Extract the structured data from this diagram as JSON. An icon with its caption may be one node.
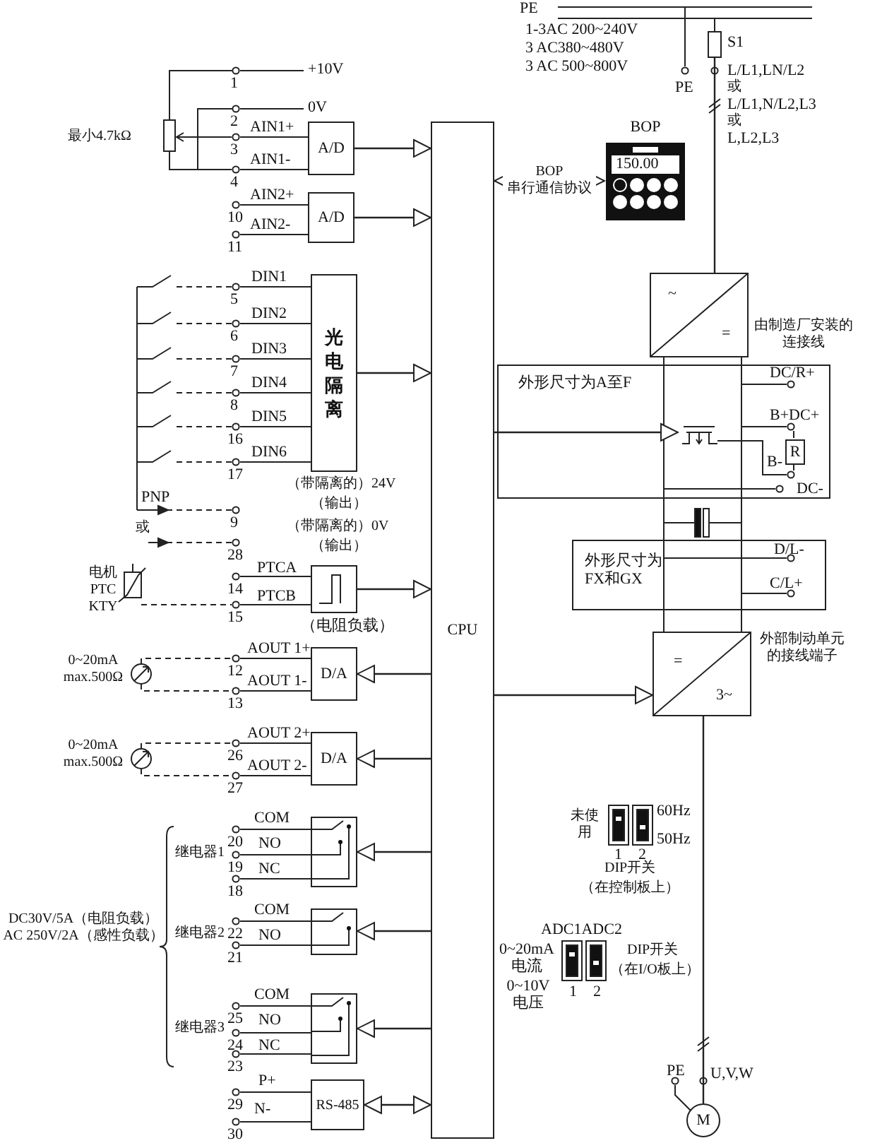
{
  "diagram": {
    "nodes": [
      {
        "text": [
          "CPU"
        ]
      },
      {
        "text": [
          "A/D"
        ]
      },
      {
        "text": [
          "A/D"
        ]
      },
      {
        "text": [
          "光电隔离"
        ]
      },
      {
        "text": [],
        "shape": "box",
        "beside": [
          "（电阻负载）"
        ]
      },
      {
        "text": [
          "D/A"
        ]
      },
      {
        "text": [
          "D/A"
        ]
      },
      {
        "text": [],
        "shape": "box"
      },
      {
        "text": [],
        "shape": "box"
      },
      {
        "text": [],
        "shape": "box"
      },
      {
        "text": [
          "RS-485"
        ]
      },
      {
        "text": [],
        "shape": "box",
        "beside": [
          "S1"
        ]
      },
      {
        "text": [
          "BOP",
          "150.00"
        ]
      },
      {
        "text": [
          "~",
          "="
        ]
      },
      {
        "text": [
          "外形尺寸为A至F"
        ]
      },
      {
        "text": [],
        "shape": "transistor",
        "in": 14
      },
      {
        "text": [
          "R"
        ],
        "in": 14
      },
      {
        "text": [
          "外形尺寸为 FX和GX"
        ]
      },
      {
        "text": [
          "=",
          "3~"
        ]
      },
      {
        "text": [
          "M"
        ]
      }
    ],
    "edges": [
      {
        "from": 1,
        "to": 0,
        "arrow": "to"
      },
      {
        "from": 2,
        "to": 0,
        "arrow": "to"
      },
      {
        "from": 3,
        "to": 0,
        "arrow": "to"
      },
      {
        "from": 4,
        "to": 0,
        "arrow": "to"
      },
      {
        "from": 0,
        "to": 5,
        "arrow": "to"
      },
      {
        "from": 0,
        "to": 6,
        "arrow": "to"
      },
      {
        "from": 0,
        "to": 7,
        "arrow": "to"
      },
      {
        "from": 0,
        "to": 8,
        "arrow": "to"
      },
      {
        "from": 0,
        "to": 9,
        "arrow": "to"
      },
      {
        "from": 10,
        "to": 0,
        "arrow": "both"
      },
      {
        "from": 0,
        "to": 12,
        "arrow": "both",
        "label": "BOP 串行通信协议"
      },
      {
        "from": 0,
        "to": 15,
        "arrow": "to"
      },
      {
        "from": 0,
        "to": 18,
        "arrow": "to"
      },
      {
        "from": 11,
        "to": 13,
        "arrow": "none"
      },
      {
        "from": 18,
        "to": 19,
        "arrow": "none"
      }
    ],
    "labels": [
      "+10V",
      "1",
      "0V",
      "2",
      "AIN1+",
      "3",
      "AIN1-",
      "4",
      "最小4.7kΩ",
      "AIN2+",
      "10",
      "AIN2-",
      "11",
      "DIN1",
      "5",
      "DIN2",
      "6",
      "DIN3",
      "7",
      "DIN4",
      "8",
      "DIN5",
      "16",
      "DIN6",
      "17",
      "（带隔离的）24V",
      "PNP",
      "9",
      "（输出）",
      "或",
      "（带隔离的）0V",
      "28",
      "（输出）",
      "电机 PTC KTY",
      "PTCA",
      "14",
      "PTCB",
      "15",
      "0~20mA max.500Ω",
      "AOUT 1+",
      "12",
      "AOUT 1-",
      "13",
      "0~20mA max.500Ω",
      "AOUT 2+",
      "26",
      "AOUT 2-",
      "27",
      "COM",
      "20",
      "NO",
      "继电器1",
      "19",
      "NC",
      "18",
      "DC30V/5A（电阻负载） AC 250V/2A（感性负载）",
      "COM",
      "22",
      "继电器2",
      "NO",
      "21",
      "COM",
      "25",
      "NO",
      "继电器3",
      "24",
      "NC",
      "23",
      "P+",
      "29",
      "N-",
      "30",
      "PE",
      "1-3AC 200~240V",
      "3  AC380~480V",
      "3  AC 500~800V",
      "PE",
      "L/L1,LN/L2",
      "或",
      "L/L1,N/L2,L3",
      "或",
      "L,L2,L3",
      "由制造厂安装的连接线",
      "DC/R+",
      "B+DC+",
      "B-",
      "DC-",
      "D/L-",
      "C/L+",
      "外部制动单元的接线端子",
      "未使用",
      "60Hz",
      "50Hz",
      "1",
      "2",
      "DIP开关",
      "（在控制板上）",
      "ADC1ADC2",
      "0~20mA 电流",
      "0~10V 电压",
      "1",
      "2",
      "DIP开关",
      "（在I/O板上）",
      "PE",
      "U,V,W"
    ]
  }
}
